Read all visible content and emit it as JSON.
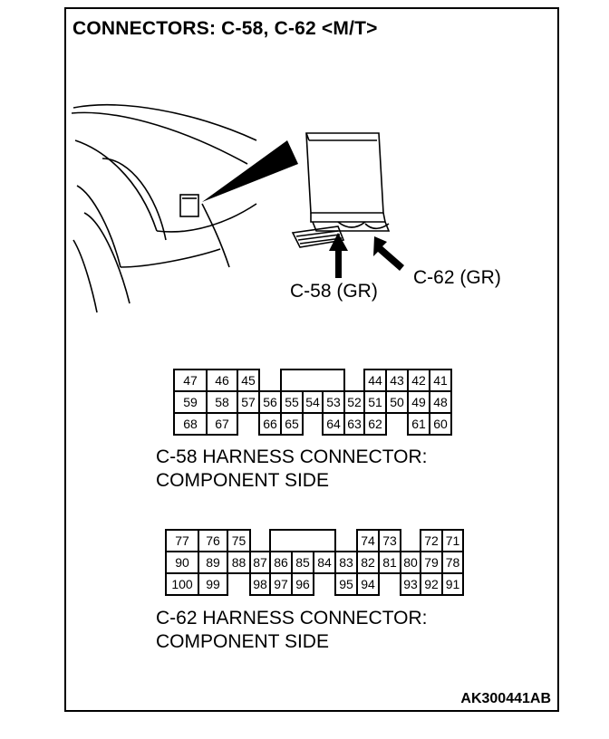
{
  "title": "CONNECTORS: C-58, C-62 <M/T>",
  "callouts": {
    "c58": "C-58 (GR)",
    "c62": "C-62 (GR)"
  },
  "connectors": [
    {
      "id": "c58",
      "caption_line1": "C-58 HARNESS CONNECTOR:",
      "caption_line2": "COMPONENT SIDE",
      "rows": [
        [
          "47",
          "46",
          "45",
          "",
          "",
          "",
          "",
          "44",
          "43",
          "42",
          "41"
        ],
        [
          "59",
          "58",
          "57",
          "56",
          "55",
          "54",
          "53",
          "52",
          "51",
          "50",
          "49",
          "48"
        ],
        [
          "68",
          "67",
          "",
          "66",
          "65",
          "",
          "64",
          "63",
          "62",
          "",
          "61",
          "60"
        ]
      ]
    },
    {
      "id": "c62",
      "caption_line1": "C-62 HARNESS CONNECTOR:",
      "caption_line2": "COMPONENT SIDE",
      "rows": [
        [
          "77",
          "76",
          "75",
          "",
          "",
          "",
          "",
          "74",
          "73",
          "",
          "72",
          "71"
        ],
        [
          "90",
          "89",
          "88",
          "87",
          "86",
          "85",
          "84",
          "83",
          "82",
          "81",
          "80",
          "79",
          "78"
        ],
        [
          "100",
          "99",
          "",
          "98",
          "97",
          "96",
          "",
          "95",
          "94",
          "",
          "93",
          "92",
          "91"
        ]
      ]
    }
  ],
  "figure_code": "AK300441AB"
}
